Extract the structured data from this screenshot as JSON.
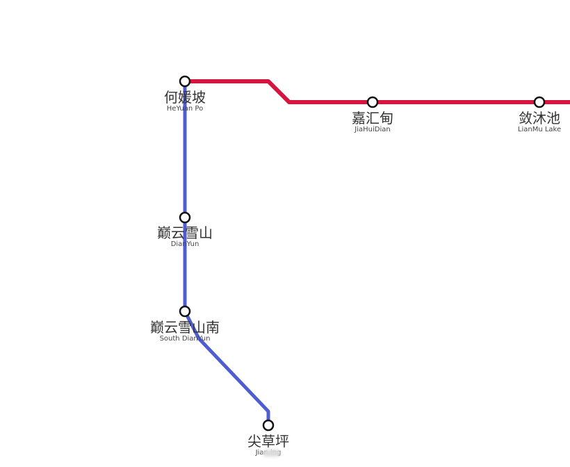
{
  "lines": {
    "red": {
      "color": "#d6153e"
    },
    "blue": {
      "color": "#4f5dd3"
    }
  },
  "stations": {
    "heyuanpo": {
      "name": "何媛坡",
      "en": "HeYuan Po"
    },
    "jiahuidian": {
      "name": "嘉汇甸",
      "en": "JiaHuiDian"
    },
    "lianmuchi": {
      "name": "敛沐池",
      "en": "LianMu Lake"
    },
    "dianyunxueshan": {
      "name": "巅云雪山",
      "en": "DianYun"
    },
    "dianyunxueshan_south": {
      "name": "巅云雪山南",
      "en": "South DianYun"
    },
    "jiancaoping": {
      "name": "尖草坪",
      "en": "Jian    ing"
    }
  }
}
